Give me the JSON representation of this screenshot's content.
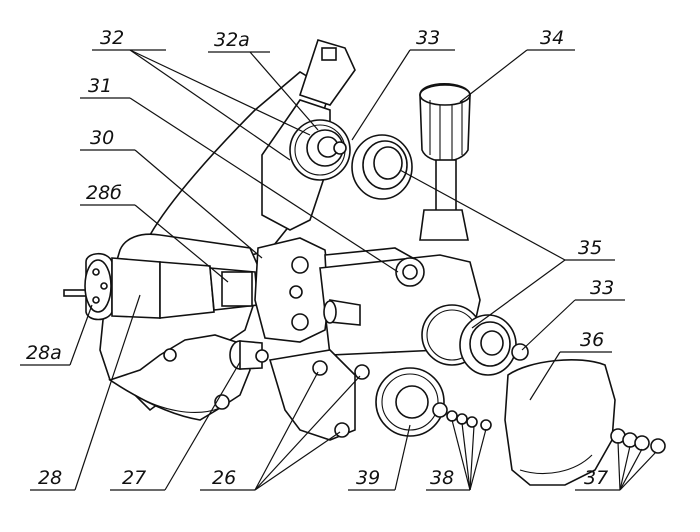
{
  "callouts": {
    "c32": "32",
    "c32a": "32a",
    "c33_top": "33",
    "c34": "34",
    "c31": "31",
    "c30": "30",
    "c28b": "28б",
    "c35": "35",
    "c33_right": "33",
    "c36": "36",
    "c28a": "28a",
    "c28": "28",
    "c27": "27",
    "c26": "26",
    "c39": "39",
    "c38": "38",
    "c37": "37"
  }
}
